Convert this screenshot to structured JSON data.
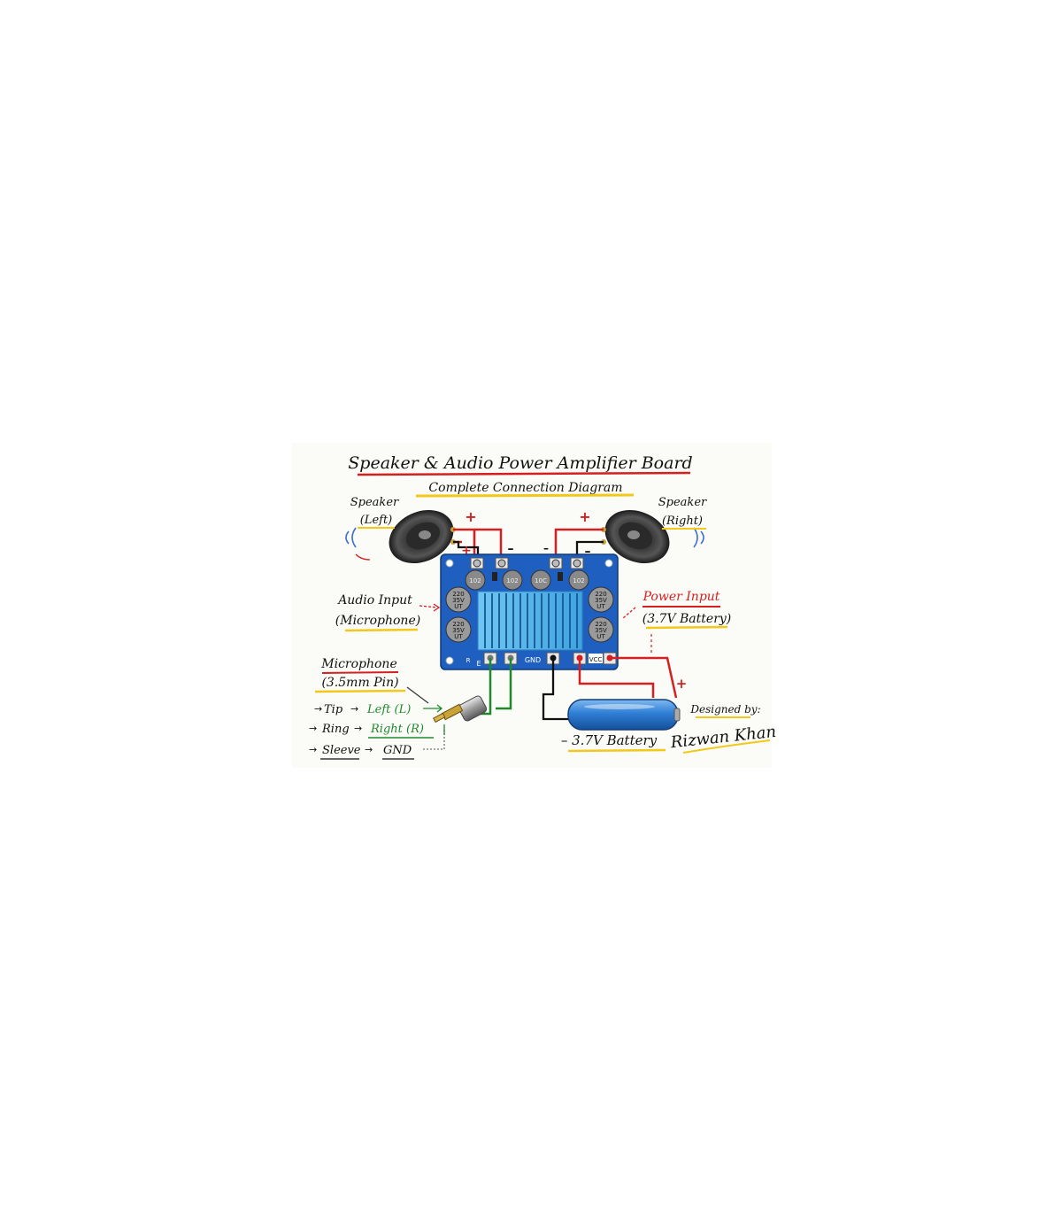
{
  "title": "Speaker & Audio Power Amplifier Board",
  "subtitle": "Complete Connection Diagram",
  "speakers": {
    "left": {
      "name": "Speaker",
      "side": "(Left)"
    },
    "right": {
      "name": "Speaker",
      "side": "(Right)"
    }
  },
  "polarity": {
    "plus": "+",
    "minus": "–"
  },
  "audio_input": {
    "label": "Audio Input",
    "sub": "(Microphone)"
  },
  "power_input": {
    "label": "Power Input",
    "sub": "(3.7V Battery)"
  },
  "board": {
    "capacitors_top": [
      "102",
      "102",
      "10C",
      "102"
    ],
    "capacitor_label": [
      "220",
      "35V",
      "UT"
    ],
    "pins": {
      "gnd": "GND",
      "vcc": "VCC",
      "e": "E",
      "r": "R"
    }
  },
  "microphone": {
    "label": "Microphone",
    "sub": "(3.5mm Pin)",
    "mapping": [
      {
        "from": "Tip",
        "to": "Left (L)"
      },
      {
        "from": "Ring",
        "to": "Right (R)"
      },
      {
        "from": "Sleeve",
        "to": "GND"
      }
    ]
  },
  "battery": {
    "label": "– 3.7V Battery"
  },
  "credit": {
    "designed_by": "Designed by:",
    "author": "Rizwan Khan"
  },
  "colors": {
    "red": "#d42020",
    "green": "#1e8a2c",
    "yellow": "#f2c81a",
    "board_blue": "#1f5fbf",
    "battery_blue": "#2f7fd6"
  }
}
